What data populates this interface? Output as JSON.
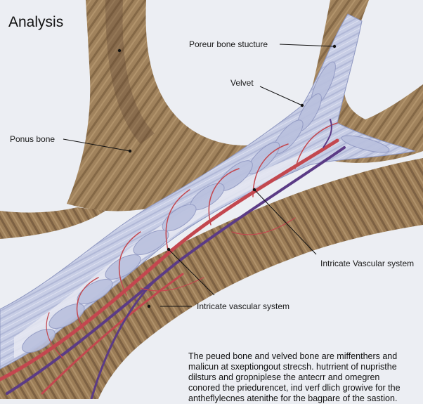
{
  "title": "Analysis",
  "labels": {
    "porous_bone_structure": "Poreur bone stucture",
    "velvet": "Velvet",
    "porous_bone": "Ponus bone",
    "vascular_right": "Intricate Vascular system",
    "vascular_lower": "Intricate vascular system"
  },
  "caption": [
    "The peued bone and velved bone are miffenthers and",
    "malicun at sxeptiongout strecsh. hutrrient of nupristhe",
    "dilsturs and gropniplese the antecrr and omegren",
    "conored the priedurencet, ind verf dlich growive for the",
    "antheflylecnes atenithe for the bagpare of the sastion."
  ],
  "colors": {
    "background": "#eceef3",
    "bone": "#9a7c58",
    "bone_dark": "#5e4630",
    "velvet": "#c9cfe6",
    "vessel_red": "#c3474f",
    "vessel_purple": "#5b3b86"
  }
}
